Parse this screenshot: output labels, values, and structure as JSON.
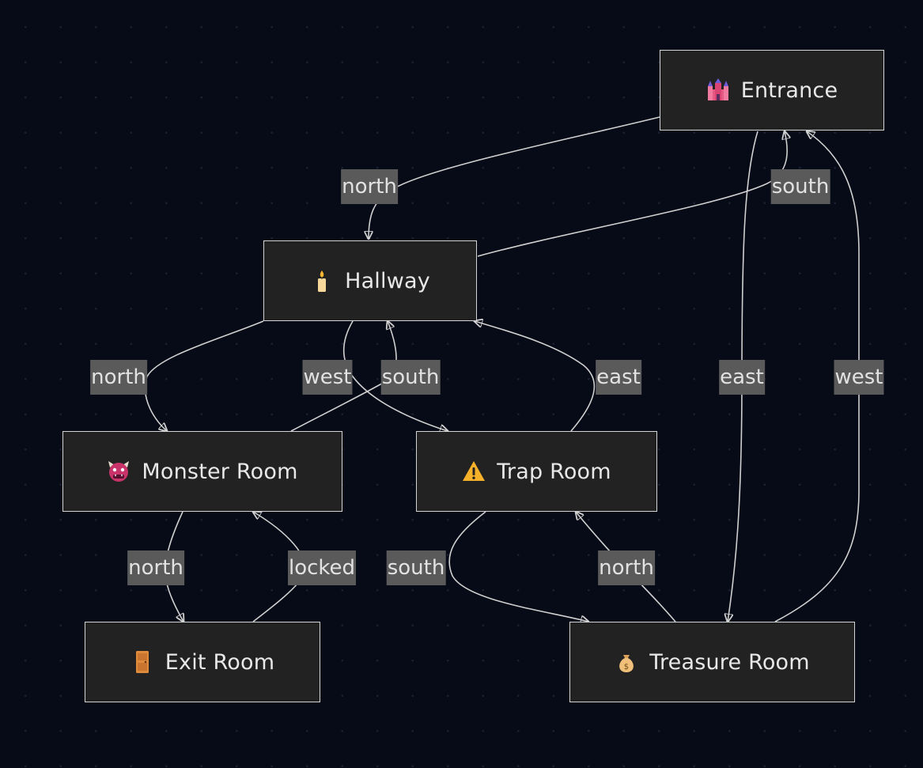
{
  "diagram": {
    "nodes": {
      "entrance": {
        "label": "Entrance",
        "icon": "castle-icon"
      },
      "hallway": {
        "label": "Hallway",
        "icon": "candle-icon"
      },
      "monster_room": {
        "label": "Monster Room",
        "icon": "ogre-icon"
      },
      "trap_room": {
        "label": "Trap Room",
        "icon": "warning-icon"
      },
      "exit_room": {
        "label": "Exit Room",
        "icon": "door-icon"
      },
      "treasure_room": {
        "label": "Treasure Room",
        "icon": "money-bag-icon"
      }
    },
    "edges": {
      "entrance_hallway": {
        "from": "Entrance",
        "to": "Hallway",
        "label": "north"
      },
      "hallway_entrance": {
        "from": "Hallway",
        "to": "Entrance",
        "label": "south"
      },
      "hallway_monster": {
        "from": "Hallway",
        "to": "Monster Room",
        "label": "north"
      },
      "hallway_trap": {
        "from": "Hallway",
        "to": "Trap Room",
        "label": "west"
      },
      "monster_hallway": {
        "from": "Monster Room",
        "to": "Hallway",
        "label": "south"
      },
      "trap_hallway": {
        "from": "Trap Room",
        "to": "Hallway",
        "label": "east"
      },
      "entrance_treasure": {
        "from": "Entrance",
        "to": "Treasure Room",
        "label": "east"
      },
      "treasure_entrance": {
        "from": "Treasure Room",
        "to": "Entrance",
        "label": "west"
      },
      "monster_exit": {
        "from": "Monster Room",
        "to": "Exit Room",
        "label": "north"
      },
      "exit_monster": {
        "from": "Exit Room",
        "to": "Monster Room",
        "label": "locked"
      },
      "trap_treasure": {
        "from": "Trap Room",
        "to": "Treasure Room",
        "label": "south"
      },
      "treasure_trap": {
        "from": "Treasure Room",
        "to": "Trap Room",
        "label": "north"
      }
    }
  }
}
